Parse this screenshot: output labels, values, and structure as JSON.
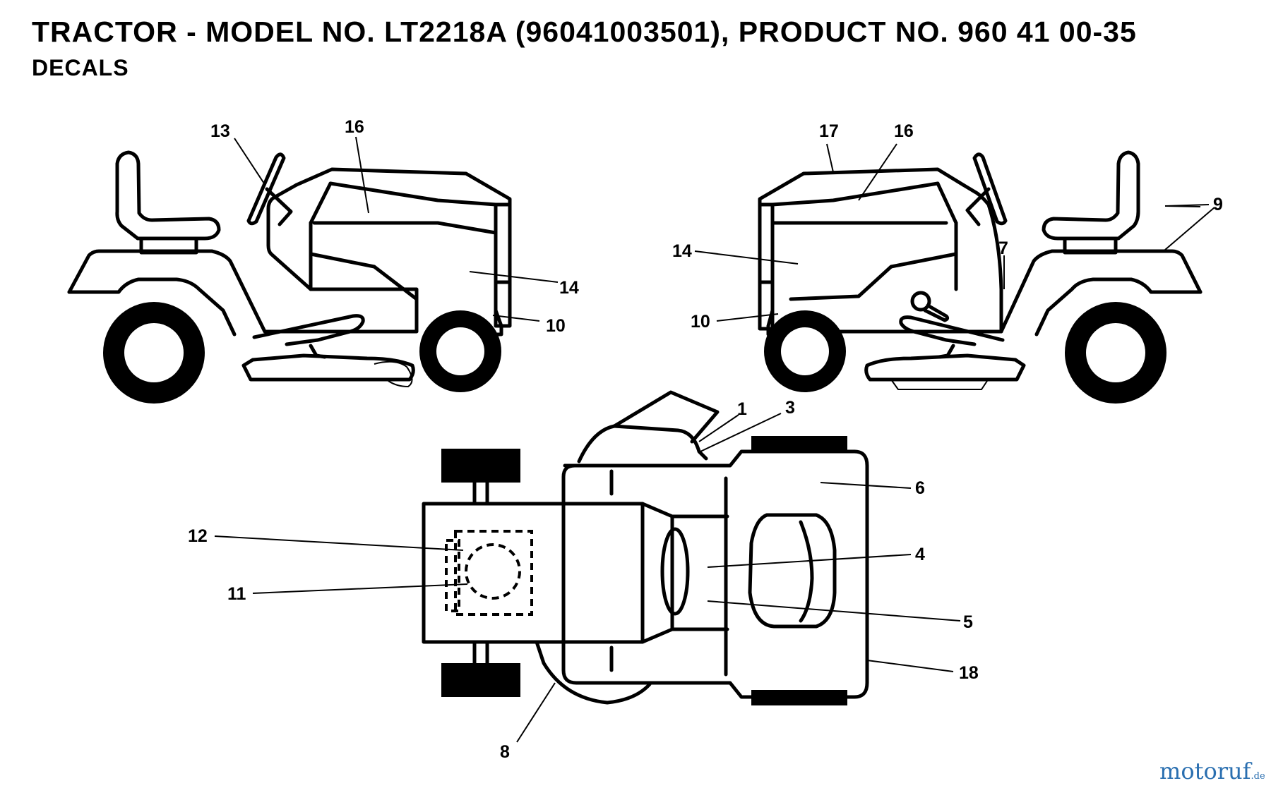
{
  "header": {
    "title": "TRACTOR - MODEL NO. LT2218A (96041003501), PRODUCT NO. 960 41 00-35",
    "subtitle": "DECALS"
  },
  "callouts": {
    "c1": "1",
    "c3": "3",
    "c4": "4",
    "c5": "5",
    "c6": "6",
    "c7": "7",
    "c8": "8",
    "c9": "9",
    "c10": "10",
    "c11": "11",
    "c12": "12",
    "c13": "13",
    "c14": "14",
    "c16": "16",
    "c17": "17",
    "c18": "18"
  },
  "watermark": {
    "brand": "motoruf",
    "suffix": ".de"
  }
}
